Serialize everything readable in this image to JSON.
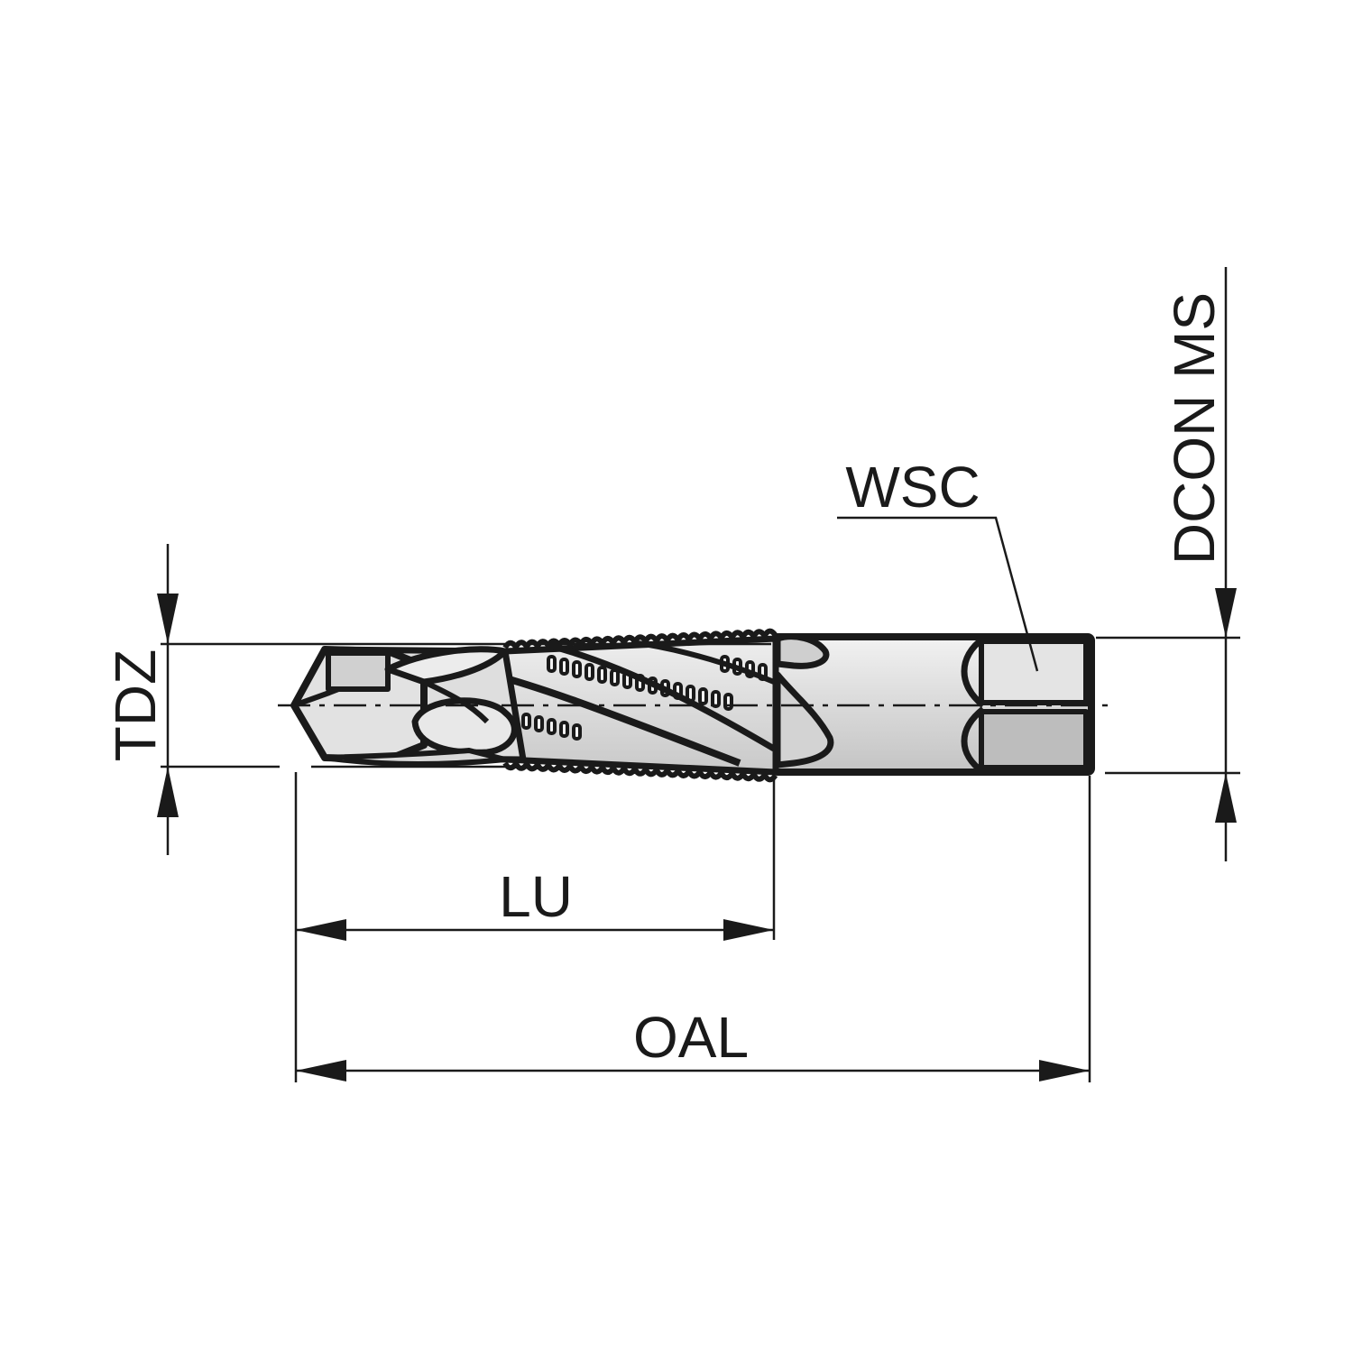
{
  "labels": {
    "tdz": "TDZ",
    "wsc": "WSC",
    "dcon_ms": "DCON MS",
    "lu": "LU",
    "oal": "OAL"
  },
  "colors": {
    "outline": "#1a1a1a",
    "body_light": "#e6e6e6",
    "body_mid": "#cfcfcf",
    "flat_dark": "#b9b9b9"
  }
}
